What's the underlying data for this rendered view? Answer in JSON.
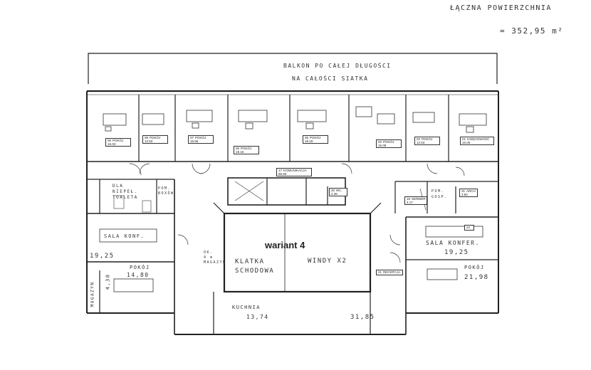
{
  "header": {
    "total_area_title": "ŁĄCZNA POWIERZCHNIA",
    "total_area_value": "= 352,95 m²"
  },
  "balcony": {
    "line1": "BALKON PO CAŁEJ DŁUGOŚCI",
    "line2": "NA CAŁOŚCI SIATKA"
  },
  "variant_label": "wariant 4",
  "offices": [
    {
      "num": "09",
      "name": "POKÓJ",
      "area": "16.03"
    },
    {
      "num": "08",
      "name": "POKÓJ",
      "area": "12.53"
    },
    {
      "num": "07",
      "name": "POKÓJ",
      "area": "15.56"
    },
    {
      "num": "06",
      "name": "POKÓJ",
      "area": "18.16"
    },
    {
      "num": "05",
      "name": "POKÓJ",
      "area": "18.19"
    },
    {
      "num": "03",
      "name": "POKÓJ",
      "area": "15.08"
    },
    {
      "num": "02",
      "name": "POKÓJ",
      "area": "12.53"
    },
    {
      "num": "01",
      "name": "KSIĘGOWOŚĆ",
      "area": "16.05"
    }
  ],
  "core_rooms": {
    "communication": {
      "num": "17",
      "name": "KOMUNIKACJA",
      "area": "86.80"
    },
    "wc": {
      "num": "30",
      "name": "WC",
      "area": "4.38"
    },
    "server": {
      "num": "16",
      "name": "SERWER",
      "area": "4.17"
    },
    "archive": {
      "num": "31",
      "name": "ARCH",
      "area": "3.80"
    },
    "reception": {
      "num": "21",
      "name": "RECEPCJA"
    },
    "room_22": {
      "num": "22"
    }
  },
  "handwritten": {
    "wc_left": "DLA NIEPEŁ. TOALETA",
    "room_boxes": "POM. BOXÓW",
    "sale_kons_left": "SALA KONF.",
    "sale_kons_left_area": "19,25",
    "pokoj_left": "POKÓJ",
    "pokoj_left_area": "14,80",
    "magazyn": "MAGAZYN",
    "magazyn_area": "4,30",
    "magazyn_small": "OK. 4 m MAGAZYN",
    "klatka": "KLATKA SCHODOWA",
    "windy": "WINDY X2",
    "kuchnia": "KUCHNIA",
    "kuchnia_area": "13,74",
    "corridor_area": "31,85",
    "sale_kons_right": "SALA KONFER.",
    "sale_kons_right_area": "19,25",
    "pokoj_right": "POKÓJ",
    "pokoj_right_area": "21,98",
    "pom_gosp": "POM. GOSP."
  }
}
